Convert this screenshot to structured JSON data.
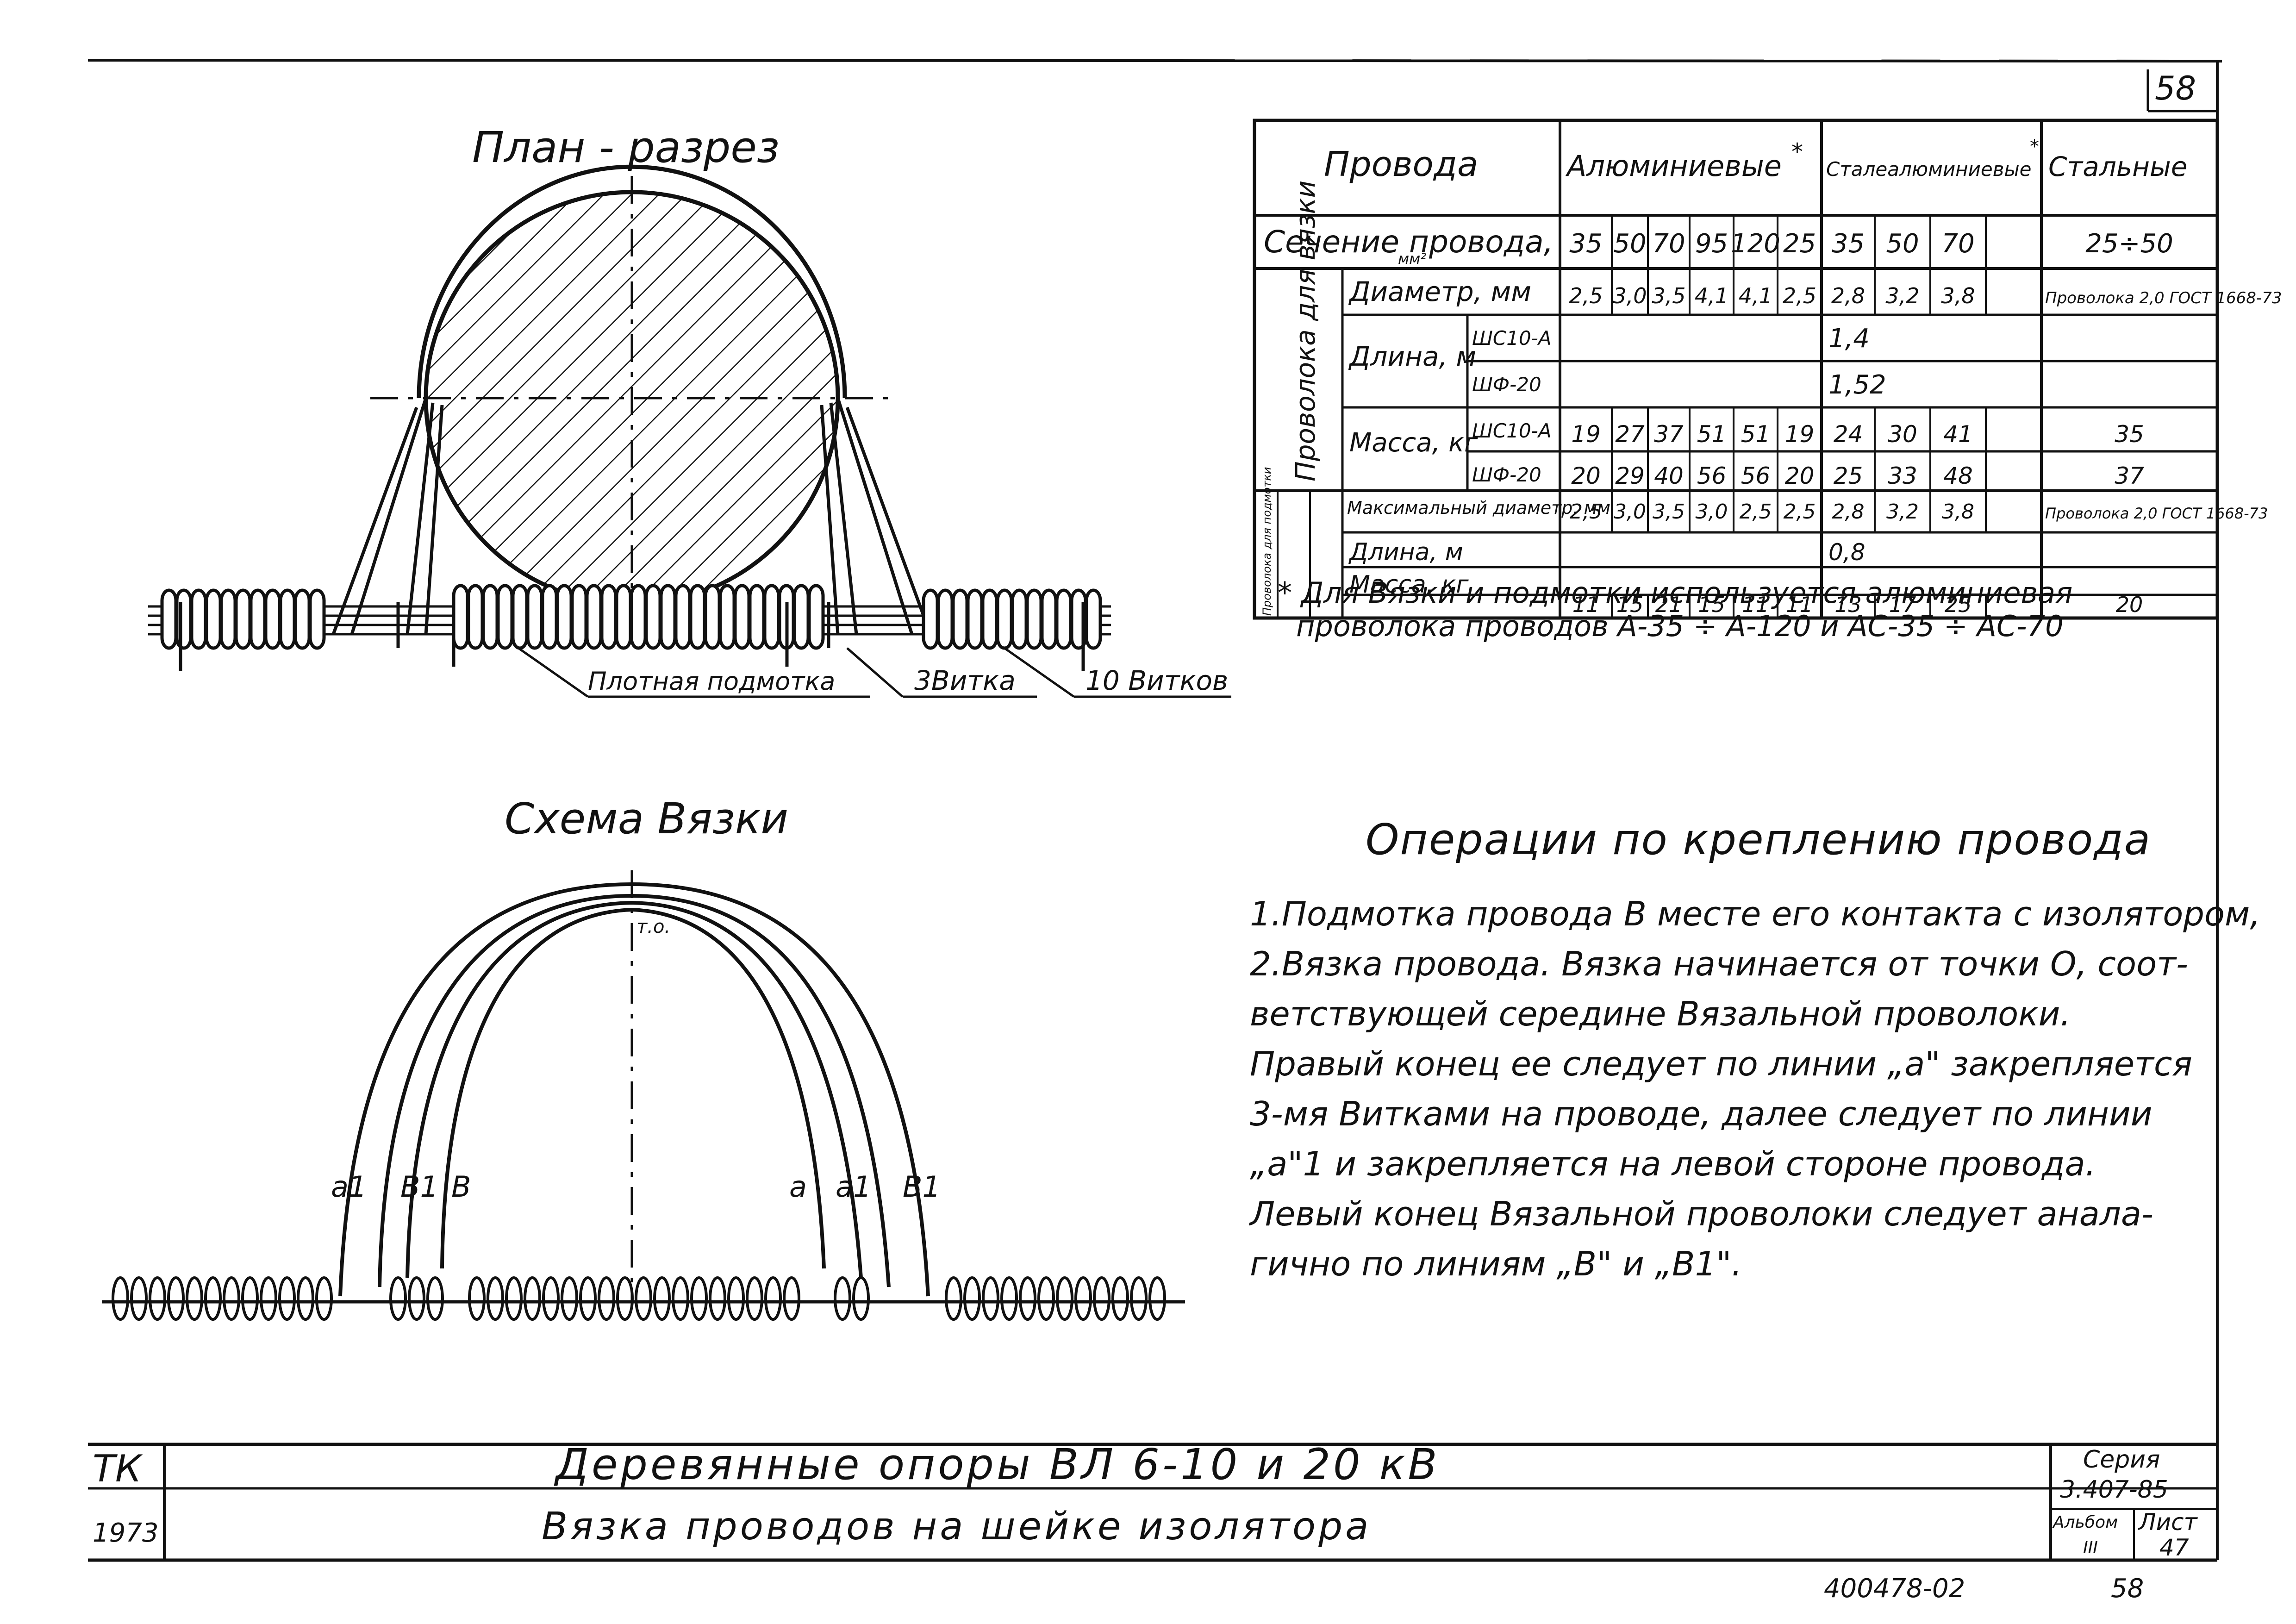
{
  "sheet_number": "58",
  "plan_title": "План - разрез",
  "scheme_title": "Схема Вязки",
  "plan_labels": {
    "tight_wrap": "Плотная подмотка",
    "three_turns": "3Витка",
    "ten_turns": "10 Витков"
  },
  "scheme_labels": {
    "a1_left": "a1",
    "b1_left": "B1",
    "b_left": "B",
    "a_right": "a",
    "a1_right": "a1",
    "b1_right": "B1",
    "top_point": "т.о."
  },
  "table": {
    "header_wires": "Провода",
    "header_aluminum": "Алюминиевые",
    "header_aluminum_mark": "*",
    "header_steel_aluminum": "Сталеалюминиевые",
    "header_steel_aluminum_mark": "*",
    "header_steel": "Стальные",
    "section_label": "Сечение провода,",
    "section_unit": "мм²",
    "sections": [
      "35",
      "50",
      "70",
      "95",
      "120",
      "25",
      "35",
      "50",
      "70",
      "25÷50"
    ],
    "group_tie": "Проволока для вязки",
    "group_wrap": "Проволока для подмотки",
    "diameter_label": "Диаметр, мм",
    "diameters": [
      "2,5",
      "3,0",
      "3,5",
      "4,1",
      "4,1",
      "2,5",
      "2,8",
      "3,2",
      "3,8"
    ],
    "steel_wire_note_1": "Проволока 2,0 ГОСТ 1668-73",
    "length_label": "Длина, м",
    "insulator_1": "ШС10-А",
    "insulator_2": "ШФ-20",
    "length_1": "1,4",
    "length_2": "1,52",
    "mass_label": "Масса, кг",
    "mass_1": [
      "19",
      "27",
      "37",
      "51",
      "51",
      "19",
      "24",
      "30",
      "41",
      "35"
    ],
    "mass_2": [
      "20",
      "29",
      "40",
      "56",
      "56",
      "20",
      "25",
      "33",
      "48",
      "37"
    ],
    "max_diameter_label": "Максимальный диаметр, мм",
    "max_diameters": [
      "2,5",
      "3,0",
      "3,5",
      "3,0",
      "2,5",
      "2,5",
      "2,8",
      "3,2",
      "3,8"
    ],
    "steel_wire_note_2": "Проволока 2,0 ГОСТ 1668-73",
    "wrap_length_label": "Длина, м",
    "wrap_length": "0,8",
    "wrap_mass_label": "Масса, кг",
    "wrap_mass": [
      "11",
      "15",
      "21",
      "15",
      "11",
      "11",
      "13",
      "17",
      "25",
      "20"
    ]
  },
  "footnote": [
    "* Для Вязки и подмотки используется алюминиевая",
    "проволока проводов А-35 ÷ А-120 и АС-35 ÷ АС-70"
  ],
  "operations_title": "Операции по креплению провода",
  "operations_lines": [
    "1.Подмотка провода В месте его контакта с изолятором,",
    "2.Вязка провода. Вязка начинается от точки О, соот-",
    "ветствующей середине Вязальной проволоки.",
    "Правый конец ее следует по линии „а\" закрепляется",
    "3-мя Витками на проводе, далее следует по линии",
    "„а\"1 и закрепляется на левой стороне провода.",
    "Левый конец Вязальной проволоки следует анала-",
    "гично по линиям „В\" и „В1\"."
  ],
  "title_block": {
    "tk": "ТК",
    "year": "1973",
    "title_1": "Деревянные опоры ВЛ 6-10 и 20 кВ",
    "title_2": "Вязка проводов на шейке изолятора",
    "series_label": "Серия",
    "series_value": "3.407-85",
    "album_label": "Альбом",
    "album_value": "III",
    "sheet_label": "Лист",
    "sheet_value": "47",
    "doc_code": "400478-02",
    "doc_page": "58"
  }
}
